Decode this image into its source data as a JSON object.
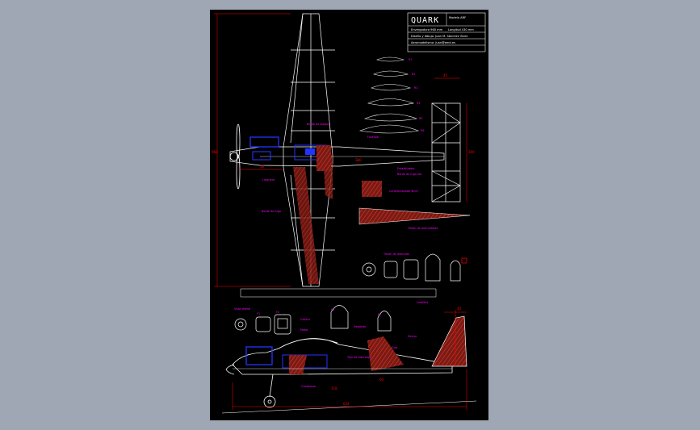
{
  "title_block": {
    "name": "QUARK",
    "lines": [
      "Modelo ARF",
      "Envergadura 960 mm",
      "Longitud 430 mm",
      "Diseño y dibujo: Juan M. Sánchez Vives",
      "Aeromodelismo: Juan@amd.es"
    ]
  },
  "notes": {
    "wing_label": "Borde de ataque",
    "spar_label": "Larguero",
    "trailing_label": "Borde de fuga",
    "fuselage_label": "Fuselaje",
    "stab_label": "Estabilizador",
    "lower_wing_label": "Borde de fuga ala",
    "elevator_label": "Timón de profundidad",
    "balsa_panel_label": "Contrachapado 3mm",
    "rudder_label": "Timón de dirección",
    "ribs_label": "Costillas",
    "canopy_label": "Cabina",
    "side_view_label": "Vista lateral",
    "engine_label": "Motor",
    "tank_label": "Depósito",
    "gear_label": "Tren de aterrizaje",
    "fin_label": "Deriva",
    "tail_label": "Cola",
    "former_label": "Cuadernas"
  },
  "dimensions": {
    "wingspan": "960",
    "fuselage": "380",
    "stab_width": "45",
    "stab_span": "300",
    "length": "634",
    "fin_height": "43",
    "nose": "30",
    "side_a": "118",
    "side_b": "60"
  },
  "rib_numbers": [
    "R1",
    "R2",
    "R3",
    "R4",
    "R5",
    "R6"
  ],
  "former_numbers": [
    "F1",
    "F2",
    "F3",
    "F4"
  ],
  "colors": {
    "page": "#9ea7b3",
    "sheet": "#000000",
    "structure": "#ffffff",
    "dimension": "#ff0000",
    "annotation": "#ff00ff",
    "engine": "#2233ff",
    "wood": "#b3261e"
  }
}
